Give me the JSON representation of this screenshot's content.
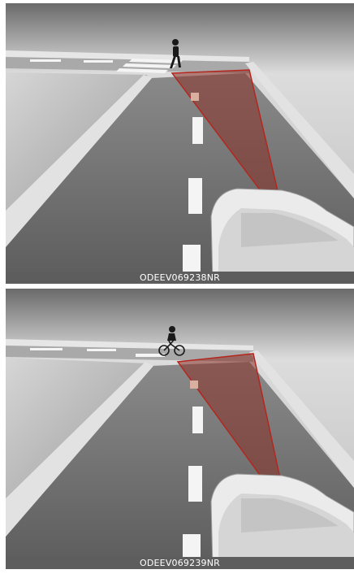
{
  "panels": [
    {
      "caption": "ODEEV069238NR",
      "subject": "pedestrian-crossing"
    },
    {
      "caption": "ODEEV069239NR",
      "subject": "cyclist-crossing"
    }
  ],
  "colors": {
    "road": "#6f6f6f",
    "curb": "#d9d9d9",
    "lane_marking": "#f2f2f2",
    "detection_zone_fill": "#8a2f26",
    "detection_zone_stroke": "#b4261e",
    "caption_bar": "#5d5d5d"
  },
  "icons": [
    "pedestrian-icon",
    "cyclist-icon",
    "car-icon",
    "detection-zone"
  ]
}
